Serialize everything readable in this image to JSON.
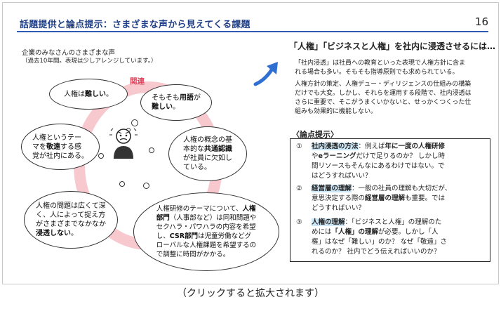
{
  "slide": {
    "title": "話題提供と論点提示：さまざまな声から見えてくる課題",
    "page_number": "16"
  },
  "voices": {
    "heading": "企業のみなさんのさまざまな声",
    "subheading": "（過去10年間。表現は少しアレンジしています。）",
    "related_label": "関連",
    "b1": {
      "a": "人権は",
      "b": "難しい",
      "c": "。"
    },
    "b2": {
      "a": "そもそも",
      "b": "用語",
      "c": "が",
      "d": "難しい",
      "e": "。"
    },
    "b3": {
      "a": "人権というテー",
      "b": "マを",
      "c": "敬遠",
      "d": "する感",
      "e": "覚が社内にある。"
    },
    "b4": {
      "a": "人権の概念の基",
      "b": "本的な",
      "c": "共通認識",
      "d": "が社員に欠如し",
      "e": "ている。"
    },
    "b5": {
      "a": "人権の問題は広くて深",
      "b": "く、人によって捉え方",
      "c": "がさまざまでなかなか",
      "d": "浸透しない",
      "e": "。"
    },
    "b6": {
      "l1a": "人権研修のテーマについて、",
      "l1b": "人権",
      "l2a": "部門",
      "l2b": "（人事部など）は同和問題や",
      "l3": "セクハラ・パワハラの内容を希望",
      "l4a": "し、",
      "l4b": "CSR部門",
      "l4c": "は児童労働などグ",
      "l5": "ローバルな人権課題を希望するの",
      "l6": "で調整に時間がかかる。"
    }
  },
  "right": {
    "title": "「人権」「ビジネスと人権」を社内に浸透させるには…",
    "p1": [
      "「社内浸透」は社員への教育といった表現で人権方針に含ま",
      "れる場合も多い。そもそも指導原則でも求められている。"
    ],
    "p2": [
      "人権方針の策定、人権デュー・ディリジェンスの仕組みの構築",
      "だけでも大変。しかし、それらを運用する段階で、社内浸透は",
      "さらに重要で、そこがうまくいかないと、せっかくつくった仕",
      "組みも効果的に機能しない。"
    ],
    "points_heading": "〈論点提示〉",
    "point1": {
      "num": "①",
      "head": "社内浸透の方法",
      "a": "：例えば",
      "b": "年に一度の人権研修",
      "c": "や",
      "d": "eラーニング",
      "e": "だけで足りるのか？ しかし時",
      "f": "間リソースもそんなにあるわけではない。で",
      "g": "はどうすればいい？"
    },
    "point2": {
      "num": "②",
      "head": "経営層の理解",
      "a": "：一般の社員の理解も大切だが、",
      "b": "意思決定する際の",
      "c": "経営層の理解",
      "d": "も重要。では",
      "e": "どうすればいい？"
    },
    "point3": {
      "num": "③",
      "head": "人権の理解",
      "a": "：「ビジネスと人権」の理解のた",
      "b": "めには",
      "c": "「人権」の理解",
      "d": "が必要。しかし「人",
      "e": "権」はなぜ「難しい」のか？ なぜ「敬遠」さ",
      "f": "れるのか？ 社内でどう伝えればいいのか？"
    }
  },
  "caption": "（クリックすると拡大されます）",
  "colors": {
    "title_blue": "#1f3f86",
    "rule_blue": "#2d5bb6",
    "ring_pink": "#f7c9cf",
    "related_red": "#e0445a",
    "arrow_blue": "#2f6fd1",
    "highlight": "#cde7f7"
  }
}
